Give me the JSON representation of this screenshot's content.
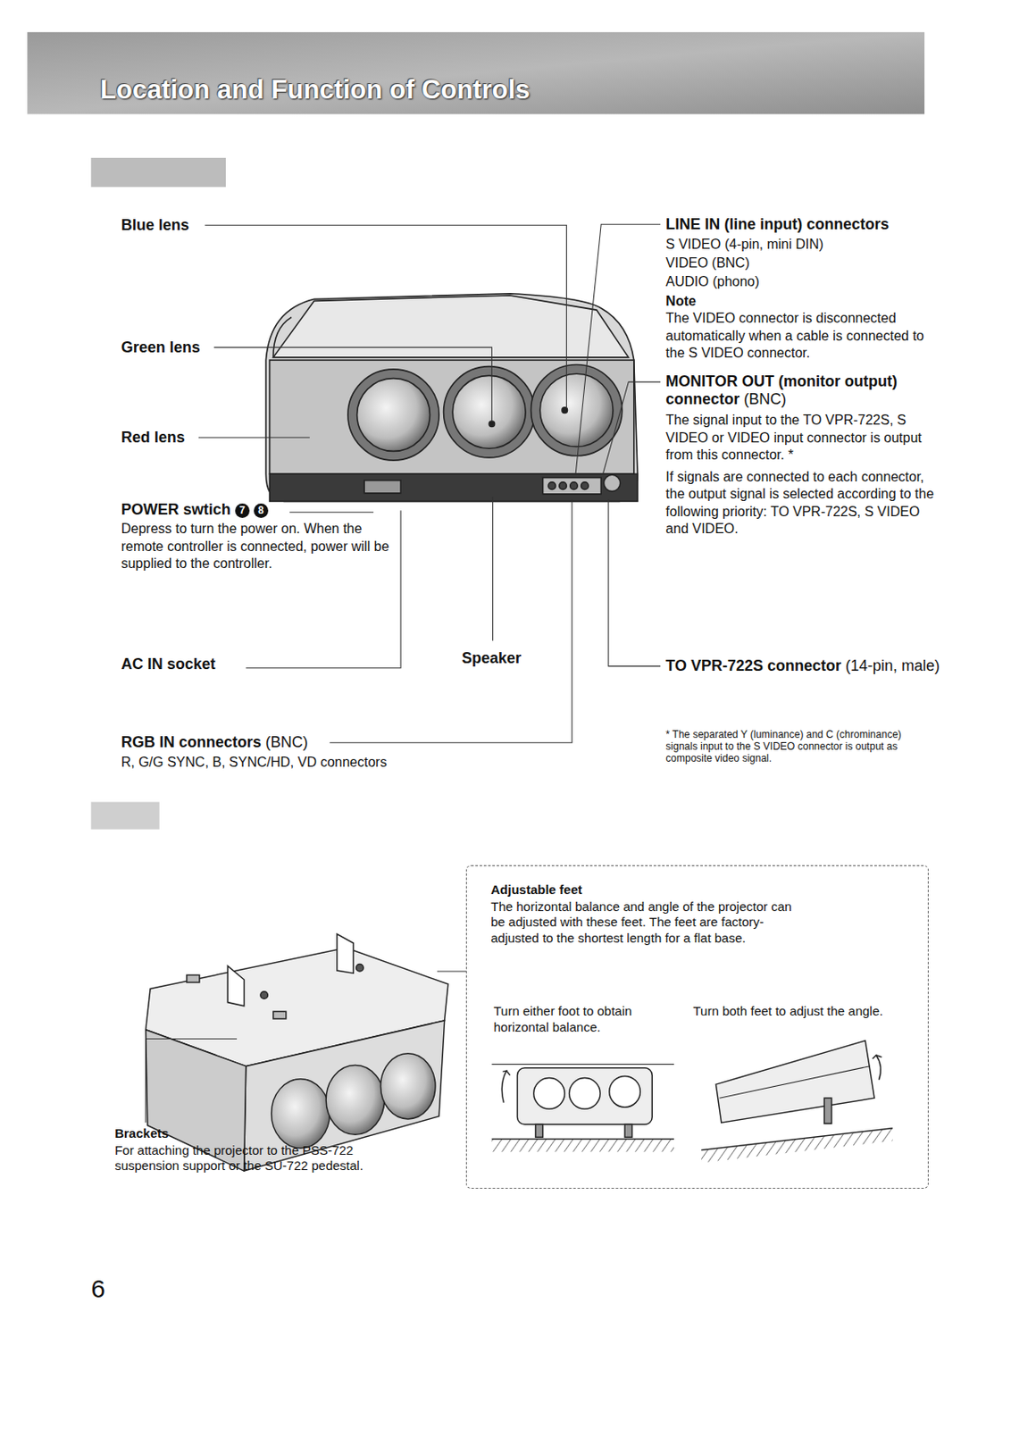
{
  "diagram": {
    "title": "Location and Function of Controls",
    "nodes": [
      {
        "text": [
          "Adjustable feet",
          "The horizontal balance and angle of the projector can be adjusted with these feet. The feet are factory-adjusted to the shortest length for a flat base.",
          "Turn either foot to obtain horizontal balance.",
          "Turn both feet to adjust the angle."
        ]
      }
    ],
    "labels": [
      "Blue lens",
      "Green lens",
      "Red lens",
      "POWER swtich",
      "7",
      "8",
      "Depress to turn the power on. When the remote controller is connected, power will be supplied to the controller.",
      "AC IN socket",
      "Speaker",
      "RGB IN connectors",
      "(BNC)",
      "R, G/G SYNC, B, SYNC/HD, VD connectors",
      "LINE IN (line input) connectors",
      "S VIDEO (4-pin, mini DIN)",
      "VIDEO (BNC)",
      "AUDIO (phono)",
      "Note",
      "The VIDEO connector is disconnected automatically when a cable is connected to the S VIDEO connector.",
      "MONITOR OUT (monitor output) connector",
      "(BNC)",
      "The signal input to the TO VPR-722S, S VIDEO or VIDEO input connector is output from this connector. *",
      "If signals are connected to each connector, the output signal is selected according to the following priority: TO VPR-722S, S VIDEO and VIDEO.",
      "TO VPR-722S connector",
      "(14-pin, male)",
      "* The separated Y (luminance) and C (chrominance) signals input to the S VIDEO connector is output as composite video signal.",
      "Brackets",
      "For attaching the projector to the PSS-722 suspension support or the SU-722 pedestal.",
      "6"
    ]
  }
}
